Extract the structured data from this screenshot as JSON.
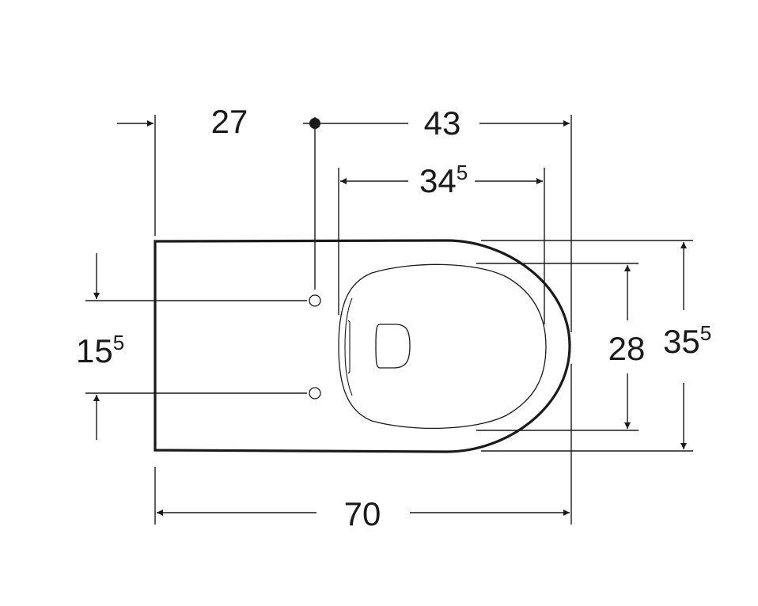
{
  "drawing": {
    "subject": "wall-hung toilet top view with seat",
    "units_note": "",
    "colors": {
      "line": "#1a1a1a",
      "background": "#ffffff"
    },
    "dimensions": {
      "wall_to_fixing": {
        "main": "27",
        "sup": ""
      },
      "fixing_to_front": {
        "main": "43",
        "sup": ""
      },
      "seat_length": {
        "main": "34",
        "sup": "5"
      },
      "total_length": {
        "main": "70",
        "sup": ""
      },
      "fixing_spacing": {
        "main": "15",
        "sup": "5"
      },
      "seat_width": {
        "main": "28",
        "sup": ""
      },
      "total_width": {
        "main": "35",
        "sup": "5"
      }
    }
  }
}
